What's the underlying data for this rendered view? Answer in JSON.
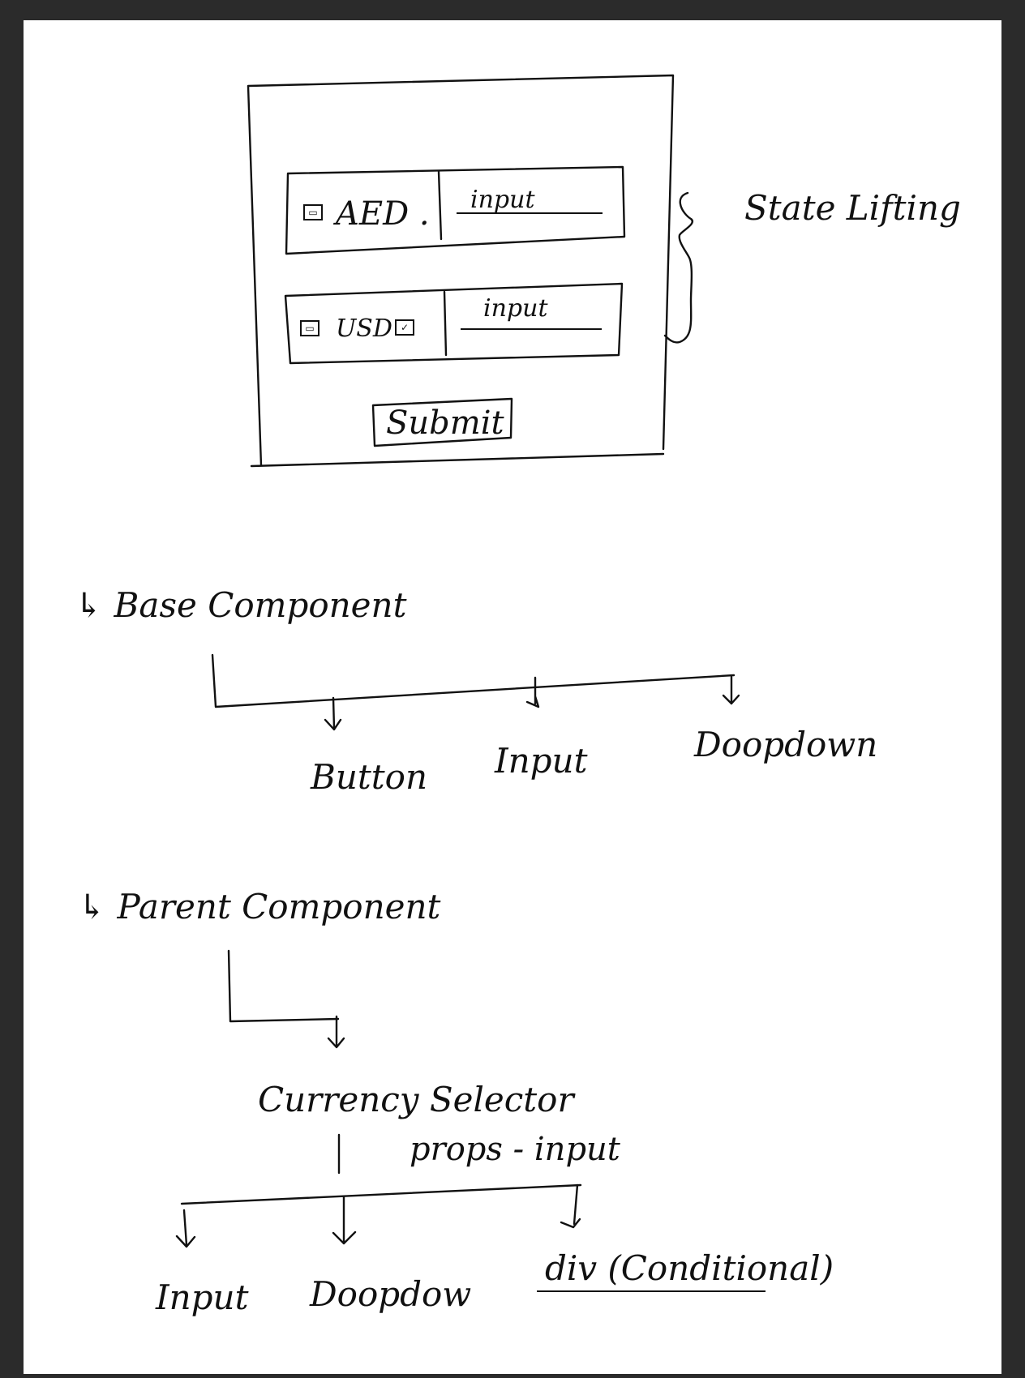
{
  "mockup": {
    "rows": [
      {
        "currency_label": "AED .",
        "input_label": "input"
      },
      {
        "currency_label": "USD",
        "input_label": "input"
      }
    ],
    "submit_label": "Submit",
    "annotation": "State Lifting"
  },
  "base_component": {
    "heading": "↳ Base Component",
    "children": [
      "Button",
      "Input",
      "Doopdown"
    ]
  },
  "parent_component": {
    "heading": "↳ Parent Component",
    "child": "Currency Selector",
    "props_note": "props - input",
    "grandchildren": [
      "Input",
      "Doopdow",
      "div (Conditional)"
    ]
  },
  "icons": {
    "flag_aed": "flag-icon",
    "flag_usd": "flag-icon",
    "dropdown_check": "checkbox-icon",
    "arrows": "arrow-down-icon"
  }
}
